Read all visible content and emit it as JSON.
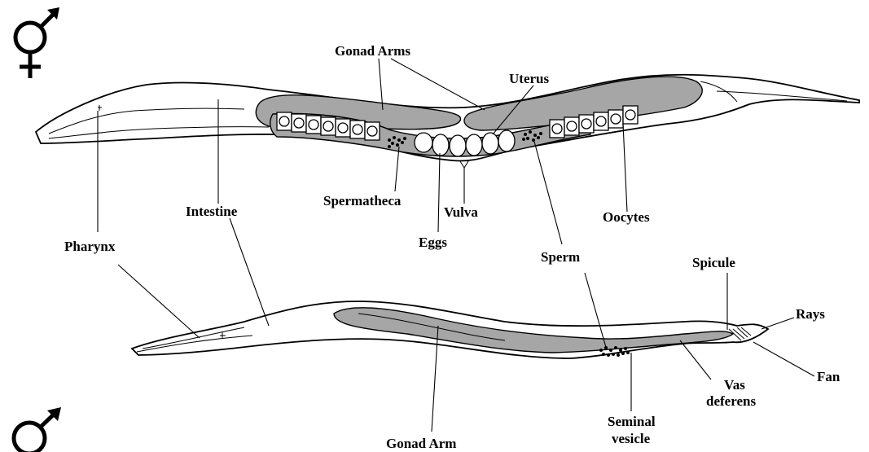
{
  "symbols": {
    "hermaphrodite": "hermaphrodite-symbol",
    "male": "male-symbol"
  },
  "labels": {
    "gonad_arms": "Gonad Arms",
    "uterus": "Uterus",
    "spermatheca": "Spermatheca",
    "vulva": "Vulva",
    "oocytes": "Oocytes",
    "intestine": "Intestine",
    "eggs": "Eggs",
    "pharynx": "Pharynx",
    "sperm": "Sperm",
    "spicule": "Spicule",
    "rays": "Rays",
    "fan": "Fan",
    "vas_line1": "Vas",
    "vas_line2": "deferens",
    "seminal_line1": "Seminal",
    "seminal_line2": "vesicle",
    "gonad_arm": "Gonad Arm"
  }
}
